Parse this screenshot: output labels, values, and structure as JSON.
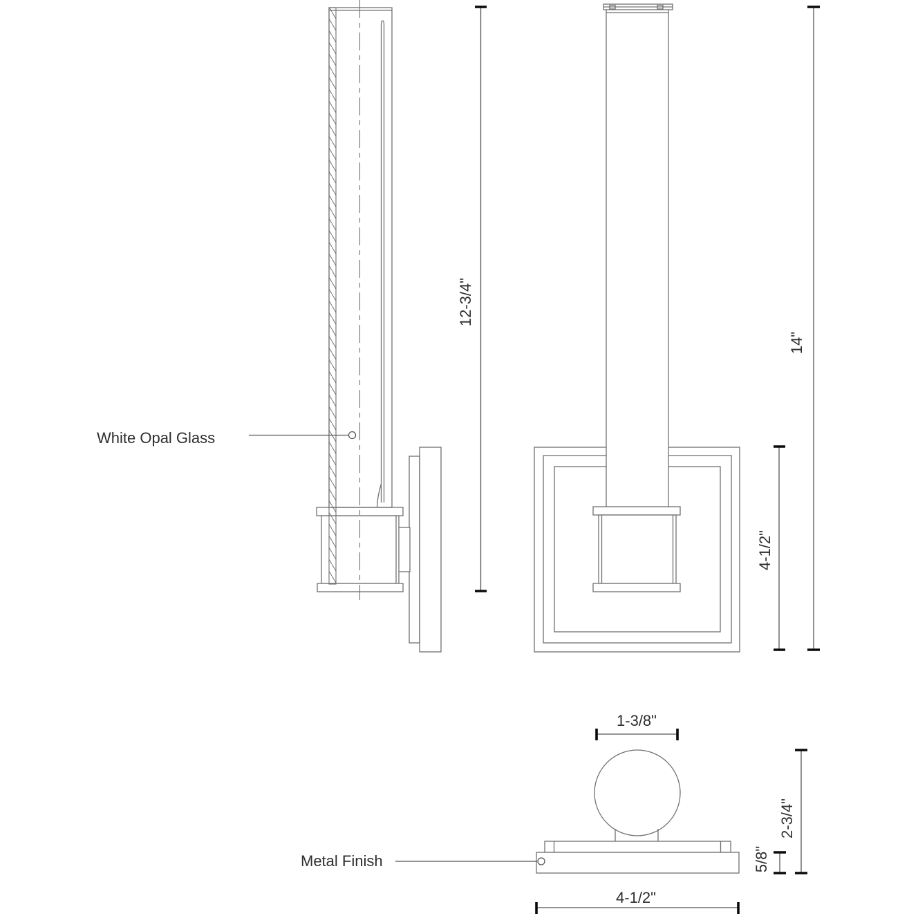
{
  "page": {
    "background": "#ffffff"
  },
  "colors": {
    "line": "#707070",
    "dim": "#555555",
    "tick": "#0a0a0a",
    "text": "#2e2e2e"
  },
  "side_view": {
    "callout_glass": {
      "label": "White Opal Glass"
    },
    "dim_glass_height": {
      "value": "12-3/4\""
    }
  },
  "front_view": {
    "dim_overall_height": {
      "value": "14\""
    },
    "dim_backplate_height": {
      "value": "4-1/2\""
    }
  },
  "top_view": {
    "callout_finish": {
      "label": "Metal Finish"
    },
    "dim_glass_diameter": {
      "value": "1-3/8\""
    },
    "dim_overall_depth": {
      "value": "2-3/4\""
    },
    "dim_plate_thickness": {
      "value": "5/8\""
    },
    "dim_base_width": {
      "value": "4-1/2\""
    }
  }
}
